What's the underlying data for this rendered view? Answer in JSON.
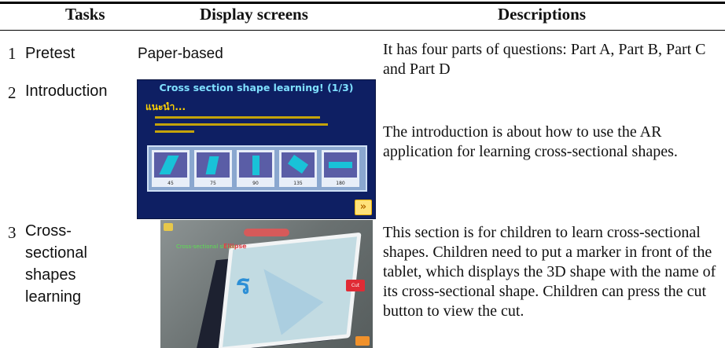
{
  "table": {
    "headers": [
      "Tasks",
      "Display screens",
      "Descriptions"
    ],
    "rows": [
      {
        "num": "1",
        "task": "Pretest",
        "display": "Paper-based",
        "description": "It has four parts of questions: Part A, Part B, Part C and Part D"
      },
      {
        "num": "2",
        "task": "Introduction",
        "description": "The introduction is about how to use the AR application for learning cross-sectional shapes.",
        "screen": {
          "title": "Cross section shape learning! (1/3)",
          "heading": "แนะนำ...",
          "angles": [
            "45",
            "75",
            "90",
            "135",
            "180"
          ]
        }
      },
      {
        "num": "3",
        "task_lines": [
          "Cross-",
          "sectional",
          "shapes",
          "learning"
        ],
        "description": "This section is for children to learn cross-sectional shapes. Children need to put a marker in front of the tablet, which displays the 3D shape with the name of its cross-sectional shape. Children can press the cut button to view the cut.",
        "screen": {
          "label_cross_section": "Cross-sectional shape",
          "label_shape": "Ellipse",
          "cut_button": "Cut"
        }
      }
    ]
  },
  "colors": {
    "intro_bg": "#0e1f63",
    "intro_title": "#7fe0ff",
    "intro_heading": "#ffd200",
    "cut_button": "#e02b35"
  }
}
